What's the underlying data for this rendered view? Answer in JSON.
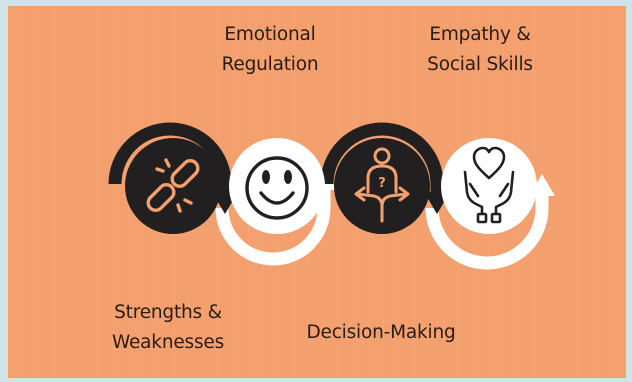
{
  "stages": [
    {
      "id": "strengths",
      "lines": [
        "Strengths &",
        "Weaknesses"
      ],
      "icon": "broken-chain-icon",
      "circle_color": "#221f20"
    },
    {
      "id": "emotional",
      "lines": [
        "Emotional",
        "Regulation"
      ],
      "icon": "smiley-face-icon",
      "circle_color": "#ffffff"
    },
    {
      "id": "decision",
      "lines": [
        "Decision-Making"
      ],
      "icon": "person-crossroads-icon",
      "circle_color": "#221f20"
    },
    {
      "id": "empathy",
      "lines": [
        "Empathy &",
        "Social Skills"
      ],
      "icon": "hands-heart-icon",
      "circle_color": "#ffffff"
    }
  ],
  "colors": {
    "background": "#f4a06e",
    "dark": "#221f20",
    "light": "#ffffff",
    "icon_orange": "#f4a06e",
    "text": "#2a1c14"
  }
}
